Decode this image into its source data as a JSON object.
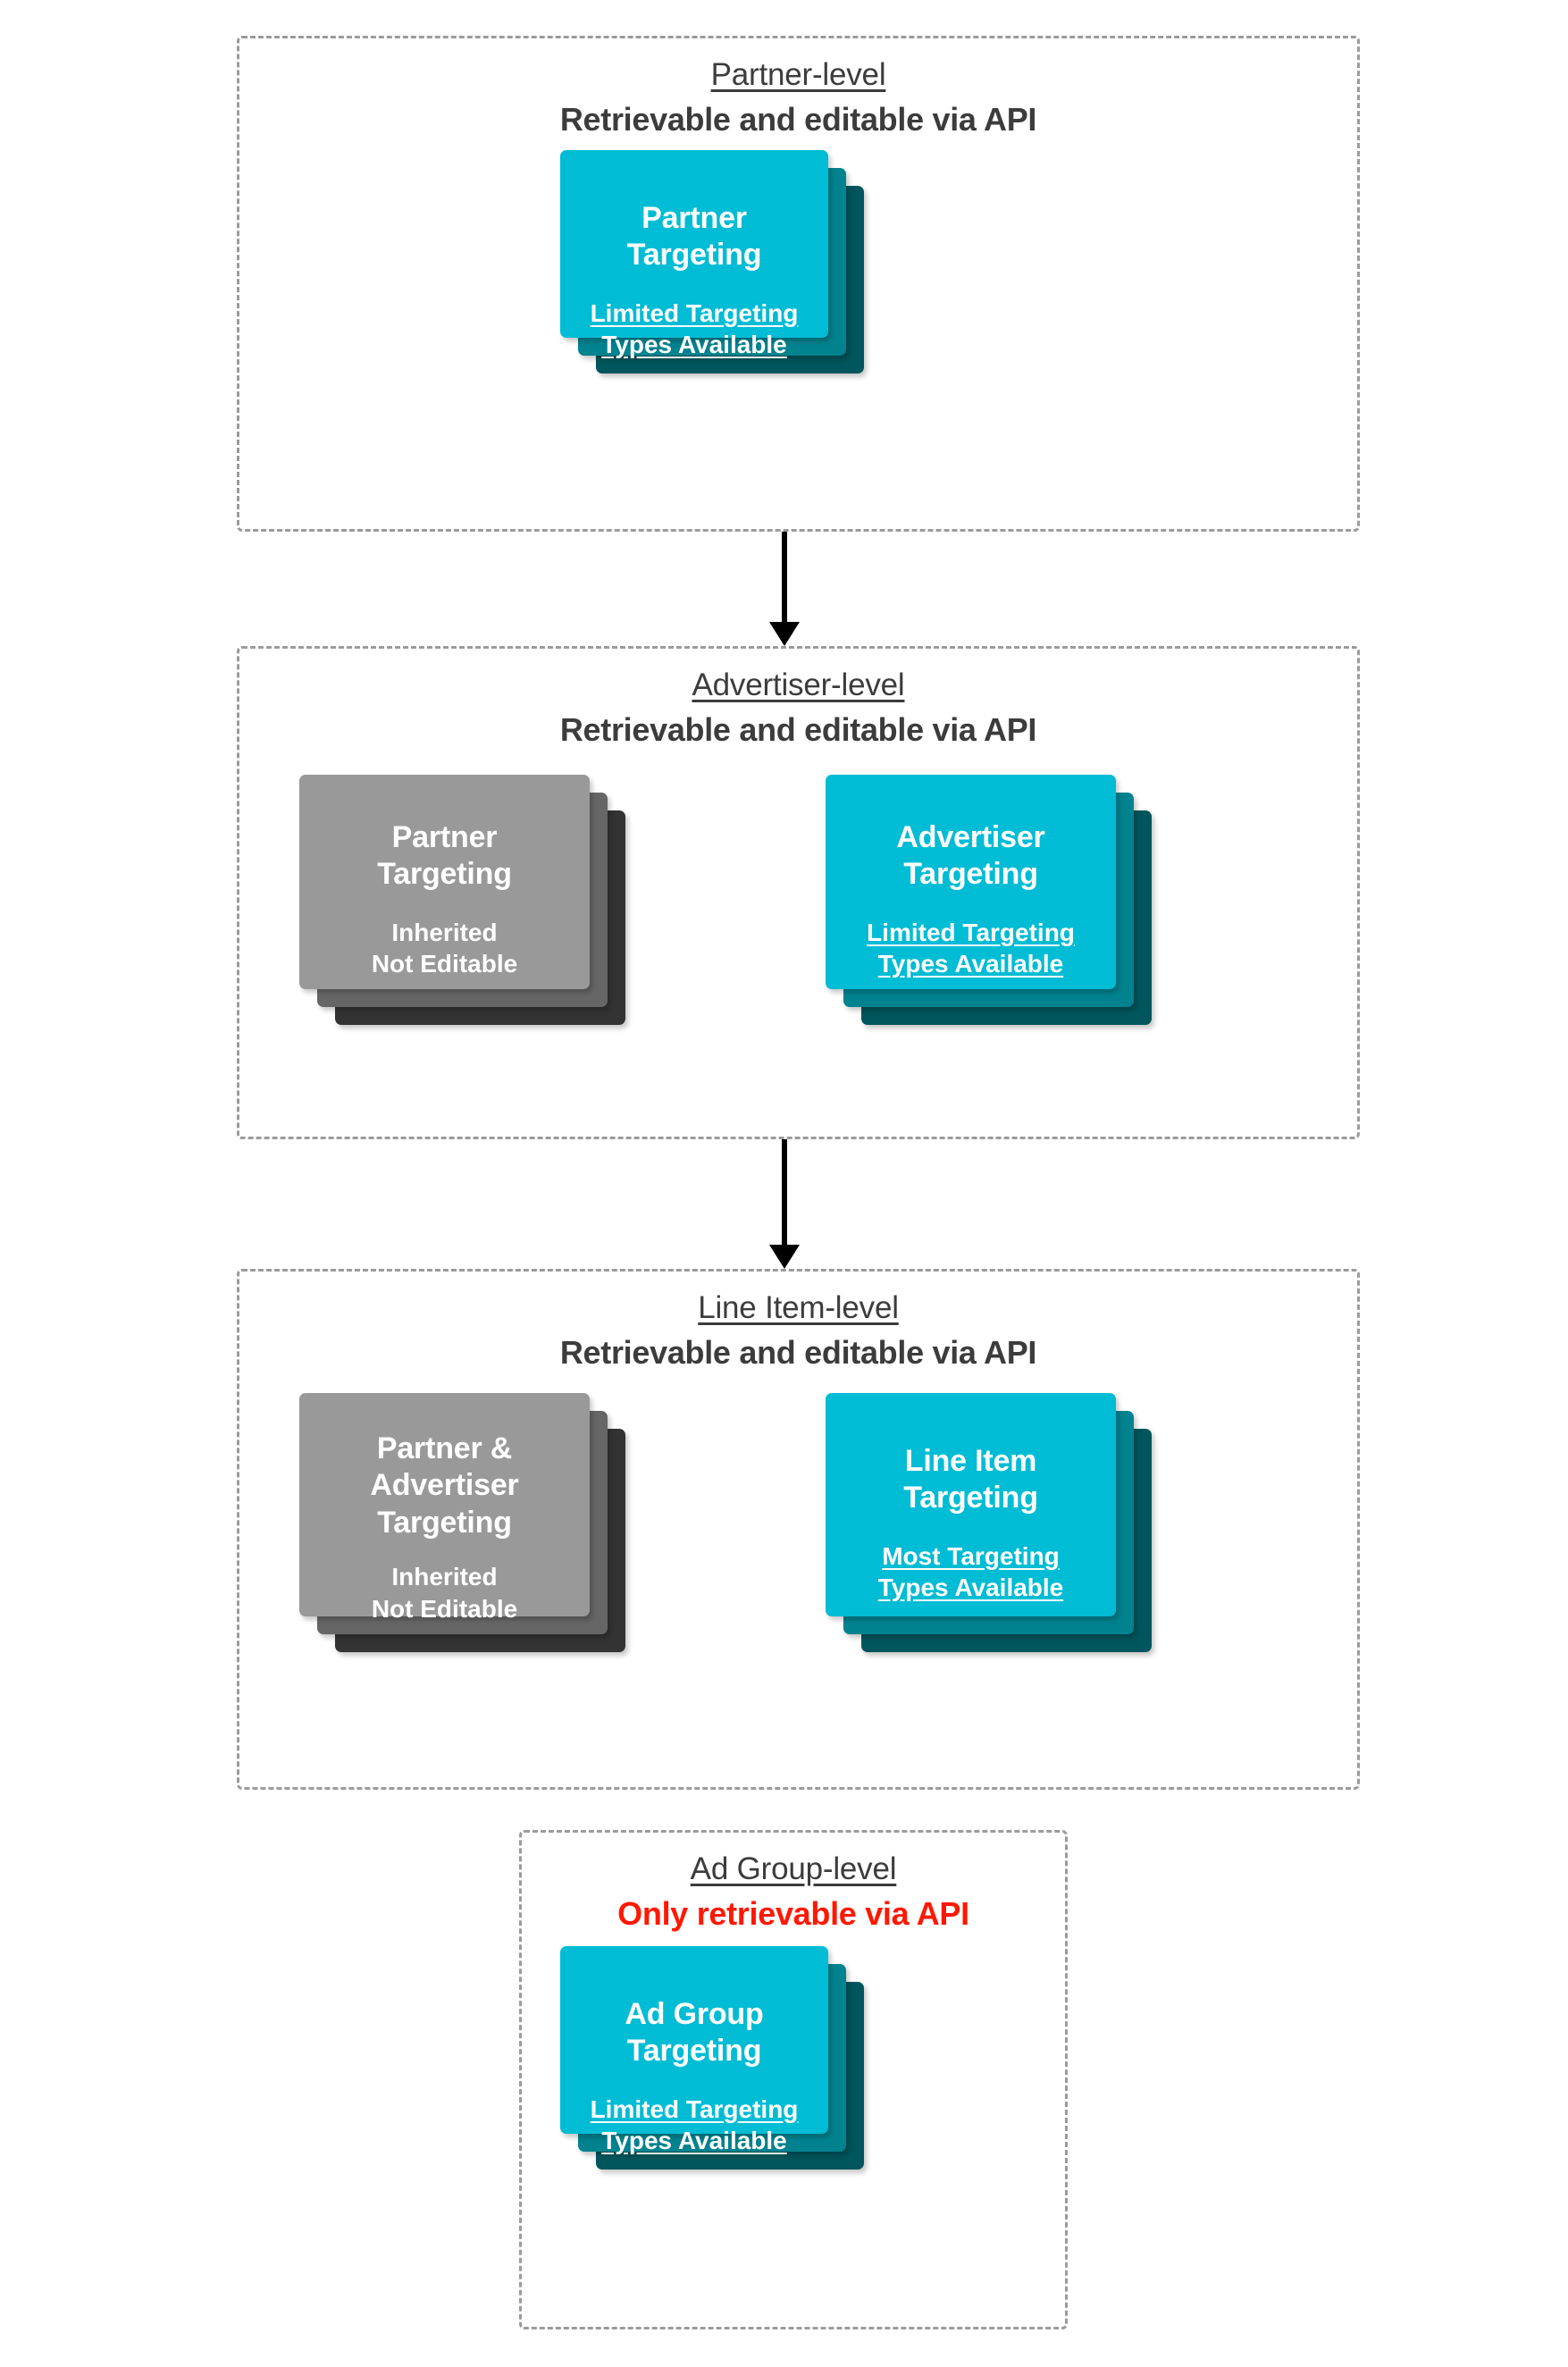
{
  "palette": {
    "card_front": "#00bcd4",
    "card_mid": "#00838f",
    "card_back": "#00565c",
    "gray_front": "#999999",
    "gray_mid": "#666666",
    "gray_back": "#333333",
    "heading_text": "#3c3c3c",
    "alert_text": "#ff1800",
    "dashed_border": "#9b9b9b",
    "arrow": "#000000",
    "background": "#ffffff"
  },
  "levels": [
    {
      "name": "Partner-level",
      "api_note": "Retrievable and editable via API",
      "api_note_alert": false,
      "cards": [
        {
          "title": "Partner Targeting",
          "subtitle": "Limited Targeting Types Available",
          "variant": "cyan",
          "inherited": false
        }
      ]
    },
    {
      "name": "Advertiser-level",
      "api_note": "Retrievable and editable via API",
      "api_note_alert": false,
      "cards": [
        {
          "title": "Partner Targeting",
          "subtitle": "Inherited\nNot Editable",
          "variant": "gray",
          "inherited": true
        },
        {
          "title": "Advertiser Targeting",
          "subtitle": "Limited Targeting Types Available",
          "variant": "cyan",
          "inherited": false
        }
      ]
    },
    {
      "name": "Line Item-level",
      "api_note": "Retrievable and editable via API",
      "api_note_alert": false,
      "cards": [
        {
          "title": "Partner & Advertiser Targeting",
          "subtitle": "Inherited\nNot Editable",
          "variant": "gray",
          "inherited": true
        },
        {
          "title": "Line Item Targeting",
          "subtitle": "Most Targeting Types Available",
          "variant": "cyan",
          "inherited": false
        }
      ]
    },
    {
      "name": "Ad Group-level",
      "api_note": "Only retrievable via API",
      "api_note_alert": true,
      "cards": [
        {
          "title": "Ad Group Targeting",
          "subtitle": "Limited Targeting Types Available",
          "variant": "cyan",
          "inherited": false
        }
      ]
    }
  ],
  "connectors": [
    {
      "from": "Partner-level",
      "to": "Advertiser-level"
    },
    {
      "from": "Advertiser-level",
      "to": "Line Item-level"
    }
  ]
}
